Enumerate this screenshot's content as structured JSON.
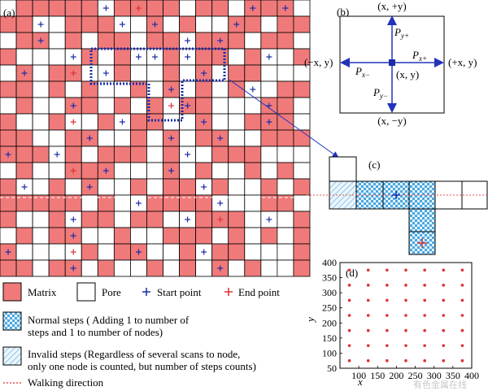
{
  "panel_a": {
    "label": "(a)",
    "grid": [
      "0111110111101101110",
      "1100111001010011011",
      "0110101101101110110",
      "1000010100101101001",
      "0101100100101011000",
      "1101010010101010011",
      "0100110101011000110",
      "1001001011001001110",
      "1100110010101100111",
      "1110101110100111000",
      "0100111000101001010",
      "1001010010110100101",
      "1111101001111000110",
      "1001011011001110001",
      "0101100100111010101",
      "1000010110010110001",
      "1101101001010101001"
    ],
    "start_points": [
      [
        0,
        6
      ],
      [
        0,
        15
      ],
      [
        0,
        17
      ],
      [
        1,
        2
      ],
      [
        1,
        7
      ],
      [
        1,
        9
      ],
      [
        1,
        14
      ],
      [
        2,
        2
      ],
      [
        2,
        11
      ],
      [
        2,
        13
      ],
      [
        3,
        4
      ],
      [
        3,
        8
      ],
      [
        3,
        9
      ],
      [
        3,
        11
      ],
      [
        3,
        16
      ],
      [
        4,
        1
      ],
      [
        4,
        6
      ],
      [
        4,
        12
      ],
      [
        5,
        10
      ],
      [
        5,
        15
      ],
      [
        6,
        4
      ],
      [
        6,
        11
      ],
      [
        6,
        16
      ],
      [
        7,
        7
      ],
      [
        7,
        12
      ],
      [
        7,
        16
      ],
      [
        8,
        5
      ],
      [
        8,
        10
      ],
      [
        8,
        13
      ],
      [
        9,
        0
      ],
      [
        9,
        3
      ],
      [
        9,
        11
      ],
      [
        10,
        6
      ],
      [
        10,
        10
      ],
      [
        11,
        1
      ],
      [
        11,
        5
      ],
      [
        11,
        12
      ],
      [
        12,
        8
      ],
      [
        12,
        13
      ],
      [
        13,
        4
      ],
      [
        13,
        11
      ],
      [
        13,
        16
      ],
      [
        14,
        4
      ],
      [
        15,
        0
      ],
      [
        15,
        8
      ],
      [
        15,
        12
      ],
      [
        16,
        4
      ],
      [
        16,
        13
      ]
    ],
    "end_points": [
      [
        0,
        8
      ],
      [
        4,
        4
      ],
      [
        6,
        10
      ],
      [
        7,
        4
      ],
      [
        10,
        4
      ],
      [
        13,
        13
      ],
      [
        15,
        4
      ]
    ]
  },
  "panel_b": {
    "label": "(b)",
    "top": "(x, +y)",
    "bottom": "(x, −y)",
    "left": "(−x, y)",
    "right": "(+x, y)",
    "center": "(x, y)",
    "p_y_plus": "P",
    "p_y_plus_sub": "y+",
    "p_x_plus": "P",
    "p_x_plus_sub": "x+",
    "p_x_minus": "P",
    "p_x_minus_sub": "x−",
    "p_y_minus": "P",
    "p_y_minus_sub": "y−",
    "arrow_color": "#2233bb"
  },
  "panel_c": {
    "label": "(c)"
  },
  "panel_d": {
    "label": "(d)",
    "chart_data": {
      "type": "scatter",
      "xlabel": "x",
      "ylabel": "y",
      "xlim": [
        50,
        400
      ],
      "ylim": [
        50,
        400
      ],
      "x_ticks": [
        "100",
        "150",
        "200",
        "250",
        "300",
        "350",
        "400"
      ],
      "y_ticks": [
        "50",
        "100",
        "150",
        "200",
        "250",
        "300",
        "350",
        "400"
      ],
      "x": [
        75,
        125,
        175,
        225,
        275,
        325,
        375
      ],
      "y": [
        75,
        125,
        175,
        225,
        275,
        325,
        375
      ],
      "marker_color": "#e03030"
    }
  },
  "legend": {
    "matrix": "Matrix",
    "pore": "Pore",
    "start": "Start point",
    "end": "End point",
    "normal_1": "Normal steps ( Adding 1 to number of",
    "normal_2": "steps and 1 to number of nodes)",
    "invalid_1": "Invalid steps (Regardless of several scans to node,",
    "invalid_2": "only one node is counted, but  number of steps counts)",
    "walking": "Walking direction"
  },
  "watermark": "有色金属在线",
  "colors": {
    "matrix": "#f07a7a",
    "pore": "#ffffff",
    "start": "#1a2aa8",
    "end": "#e03030",
    "path": "#1a2aa8",
    "checker_a": "#4aa8e0",
    "checker_b": "#e6f4fc"
  }
}
